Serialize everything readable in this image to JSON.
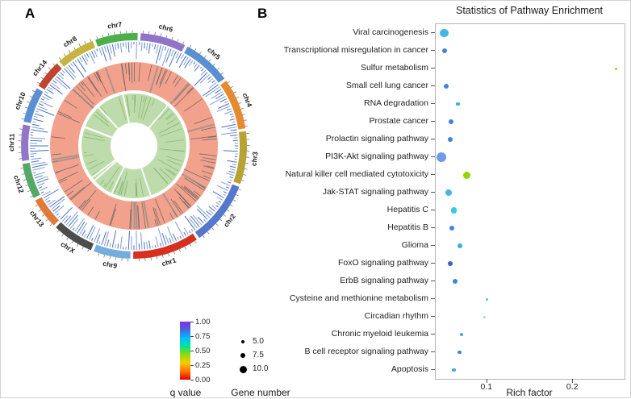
{
  "panels": {
    "a_label": "A",
    "b_label": "B"
  },
  "chart_data": [
    {
      "panel": "A",
      "type": "circos",
      "chromosomes": [
        {
          "name": "chr7",
          "color": "#4daf4a",
          "span": 159
        },
        {
          "name": "chr6",
          "color": "#8f74c9",
          "span": 170
        },
        {
          "name": "chr5",
          "color": "#5a8fd1",
          "span": 181
        },
        {
          "name": "chr4",
          "color": "#e58a2e",
          "span": 190
        },
        {
          "name": "chr3",
          "color": "#b8a232",
          "span": 198
        },
        {
          "name": "chr2",
          "color": "#5577cc",
          "span": 242
        },
        {
          "name": "chr1",
          "color": "#d7301f",
          "span": 248
        },
        {
          "name": "chr9",
          "color": "#74aedd",
          "span": 138
        },
        {
          "name": "chrX",
          "color": "#4d4d4d",
          "span": 155
        },
        {
          "name": "chr13",
          "color": "#e07b3a",
          "span": 114
        },
        {
          "name": "chr12",
          "color": "#55a868",
          "span": 133
        },
        {
          "name": "chr11",
          "color": "#9176c9",
          "span": 135
        },
        {
          "name": "chr10",
          "color": "#5a8fd1",
          "span": 133
        },
        {
          "name": "chr14",
          "color": "#c0452e",
          "span": 107
        },
        {
          "name": "chr8",
          "color": "#c7b43e",
          "span": 145
        }
      ],
      "rings": {
        "histogram_color": "#4a6fc0",
        "histogram_alt_color": "#7c9fd6",
        "middle_ring_color": "#f2a28c",
        "inner_ring_color": "#bedcab",
        "mark_color": "#5f5f5f",
        "inner_mark_color": "#86b573"
      },
      "legends": {
        "q_value": {
          "title": "q value",
          "tick_labels": [
            "1.00",
            "0.75",
            "0.50",
            "0.25",
            "0.00"
          ],
          "tick_values": [
            1.0,
            0.75,
            0.5,
            0.25,
            0.0
          ],
          "gradient_top_to_bottom": [
            "#8a2be2",
            "#4169e1",
            "#00bfff",
            "#00e696",
            "#8fdc00",
            "#ffc800",
            "#ff7300",
            "#e00000"
          ]
        },
        "gene_number": {
          "title": "Gene number",
          "items": [
            {
              "label": "5.0",
              "diameter": 4
            },
            {
              "label": "7.5",
              "diameter": 6.5
            },
            {
              "label": "10.0",
              "diameter": 9
            }
          ]
        }
      }
    },
    {
      "panel": "B",
      "type": "scatter",
      "title": "Statistics of Pathway Enrichment",
      "xlabel": "Rich factor",
      "xlim": [
        0.04,
        0.26
      ],
      "xticks": [
        0.1,
        0.2
      ],
      "points": [
        {
          "pathway": "Viral carcinogenesis",
          "rich_factor": 0.05,
          "gene_number": 9,
          "color": "#45b6e8"
        },
        {
          "pathway": "Transcriptional misregulation in cancer",
          "rich_factor": 0.05,
          "gene_number": 5,
          "color": "#3d86d8"
        },
        {
          "pathway": "Sulfur metabolism",
          "rich_factor": 0.25,
          "gene_number": 2.5,
          "color": "#e7a33c"
        },
        {
          "pathway": "Small cell lung cancer",
          "rich_factor": 0.052,
          "gene_number": 5,
          "color": "#3d86d8"
        },
        {
          "pathway": "RNA degradation",
          "rich_factor": 0.066,
          "gene_number": 4,
          "color": "#42a9e0"
        },
        {
          "pathway": "Prostate cancer",
          "rich_factor": 0.058,
          "gene_number": 5,
          "color": "#3d86d8"
        },
        {
          "pathway": "Prolactin signaling pathway",
          "rich_factor": 0.057,
          "gene_number": 5,
          "color": "#3d86d8"
        },
        {
          "pathway": "PI3K-Akt signaling pathway",
          "rich_factor": 0.047,
          "gene_number": 10,
          "color": "#6f9be8"
        },
        {
          "pathway": "Natural killer cell mediated cytotoxicity",
          "rich_factor": 0.076,
          "gene_number": 7.5,
          "color": "#93d500"
        },
        {
          "pathway": "Jak-STAT signaling pathway",
          "rich_factor": 0.055,
          "gene_number": 7,
          "color": "#45b6e8"
        },
        {
          "pathway": "Hepatitis C",
          "rich_factor": 0.061,
          "gene_number": 6,
          "color": "#35c8e0"
        },
        {
          "pathway": "Hepatitis B",
          "rich_factor": 0.059,
          "gene_number": 5,
          "color": "#3d86d8"
        },
        {
          "pathway": "Glioma",
          "rich_factor": 0.068,
          "gene_number": 5,
          "color": "#42a9e0"
        },
        {
          "pathway": "FoxO signaling pathway",
          "rich_factor": 0.057,
          "gene_number": 5,
          "color": "#3a5fc8"
        },
        {
          "pathway": "ErbB signaling pathway",
          "rich_factor": 0.063,
          "gene_number": 5,
          "color": "#3d86d8"
        },
        {
          "pathway": "Cysteine and methionine metabolism",
          "rich_factor": 0.1,
          "gene_number": 2.5,
          "color": "#38d0d8"
        },
        {
          "pathway": "Circadian rhythm",
          "rich_factor": 0.097,
          "gene_number": 2.5,
          "color": "#a8dce8"
        },
        {
          "pathway": "Chronic myeloid leukemia",
          "rich_factor": 0.07,
          "gene_number": 4,
          "color": "#42a9e0"
        },
        {
          "pathway": "B cell receptor signaling pathway",
          "rich_factor": 0.068,
          "gene_number": 4,
          "color": "#3d86d8"
        },
        {
          "pathway": "Apoptosis",
          "rich_factor": 0.061,
          "gene_number": 4,
          "color": "#42a9e0"
        }
      ]
    }
  ]
}
